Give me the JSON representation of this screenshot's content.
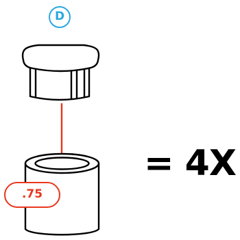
{
  "diagram": {
    "step_badge": "D",
    "size_label": ".75",
    "equation": "= 4X",
    "colors": {
      "badge": "#29a8e0",
      "arrow_and_label": "#e8361e",
      "outline": "#000000",
      "equation_text": "#000000"
    },
    "parts": {
      "top": "cap",
      "bottom": "sleeve",
      "connector": "insert-arrow"
    }
  }
}
